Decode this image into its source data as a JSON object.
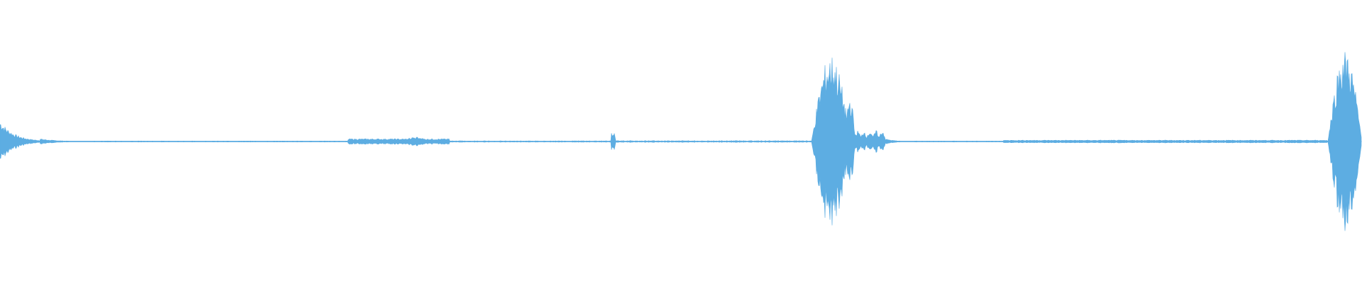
{
  "waveform": {
    "color": "#5dade2",
    "background": "#ffffff",
    "amplitude_scale": 1.0,
    "segments": [
      {
        "start": 0.0,
        "end": 0.03,
        "peak": 0.24,
        "shape": "decay"
      },
      {
        "start": 0.03,
        "end": 0.065,
        "peak": 0.03,
        "shape": "decay"
      },
      {
        "start": 0.065,
        "end": 0.255,
        "peak": 0.006,
        "shape": "flat",
        "sparse": true
      },
      {
        "start": 0.256,
        "end": 0.33,
        "peak": 0.03,
        "shape": "flat"
      },
      {
        "start": 0.295,
        "end": 0.315,
        "peak": 0.05,
        "shape": "swell"
      },
      {
        "start": 0.33,
        "end": 0.449,
        "peak": 0.008,
        "shape": "flat",
        "sparse": true
      },
      {
        "start": 0.449,
        "end": 0.452,
        "peak": 0.09,
        "shape": "spike"
      },
      {
        "start": 0.452,
        "end": 0.596,
        "peak": 0.01,
        "shape": "flat",
        "sparse": true
      },
      {
        "start": 0.596,
        "end": 0.624,
        "peak": 0.95,
        "shape": "swell"
      },
      {
        "start": 0.62,
        "end": 0.628,
        "peak": 0.5,
        "shape": "swell"
      },
      {
        "start": 0.628,
        "end": 0.65,
        "peak": 0.12,
        "shape": "wobble"
      },
      {
        "start": 0.65,
        "end": 0.67,
        "peak": 0.03,
        "shape": "decay"
      },
      {
        "start": 0.67,
        "end": 0.737,
        "peak": 0.006,
        "shape": "flat",
        "sparse": true
      },
      {
        "start": 0.737,
        "end": 0.975,
        "peak": 0.015,
        "shape": "flat"
      },
      {
        "start": 0.975,
        "end": 1.0,
        "peak": 1.0,
        "shape": "swell"
      }
    ]
  }
}
